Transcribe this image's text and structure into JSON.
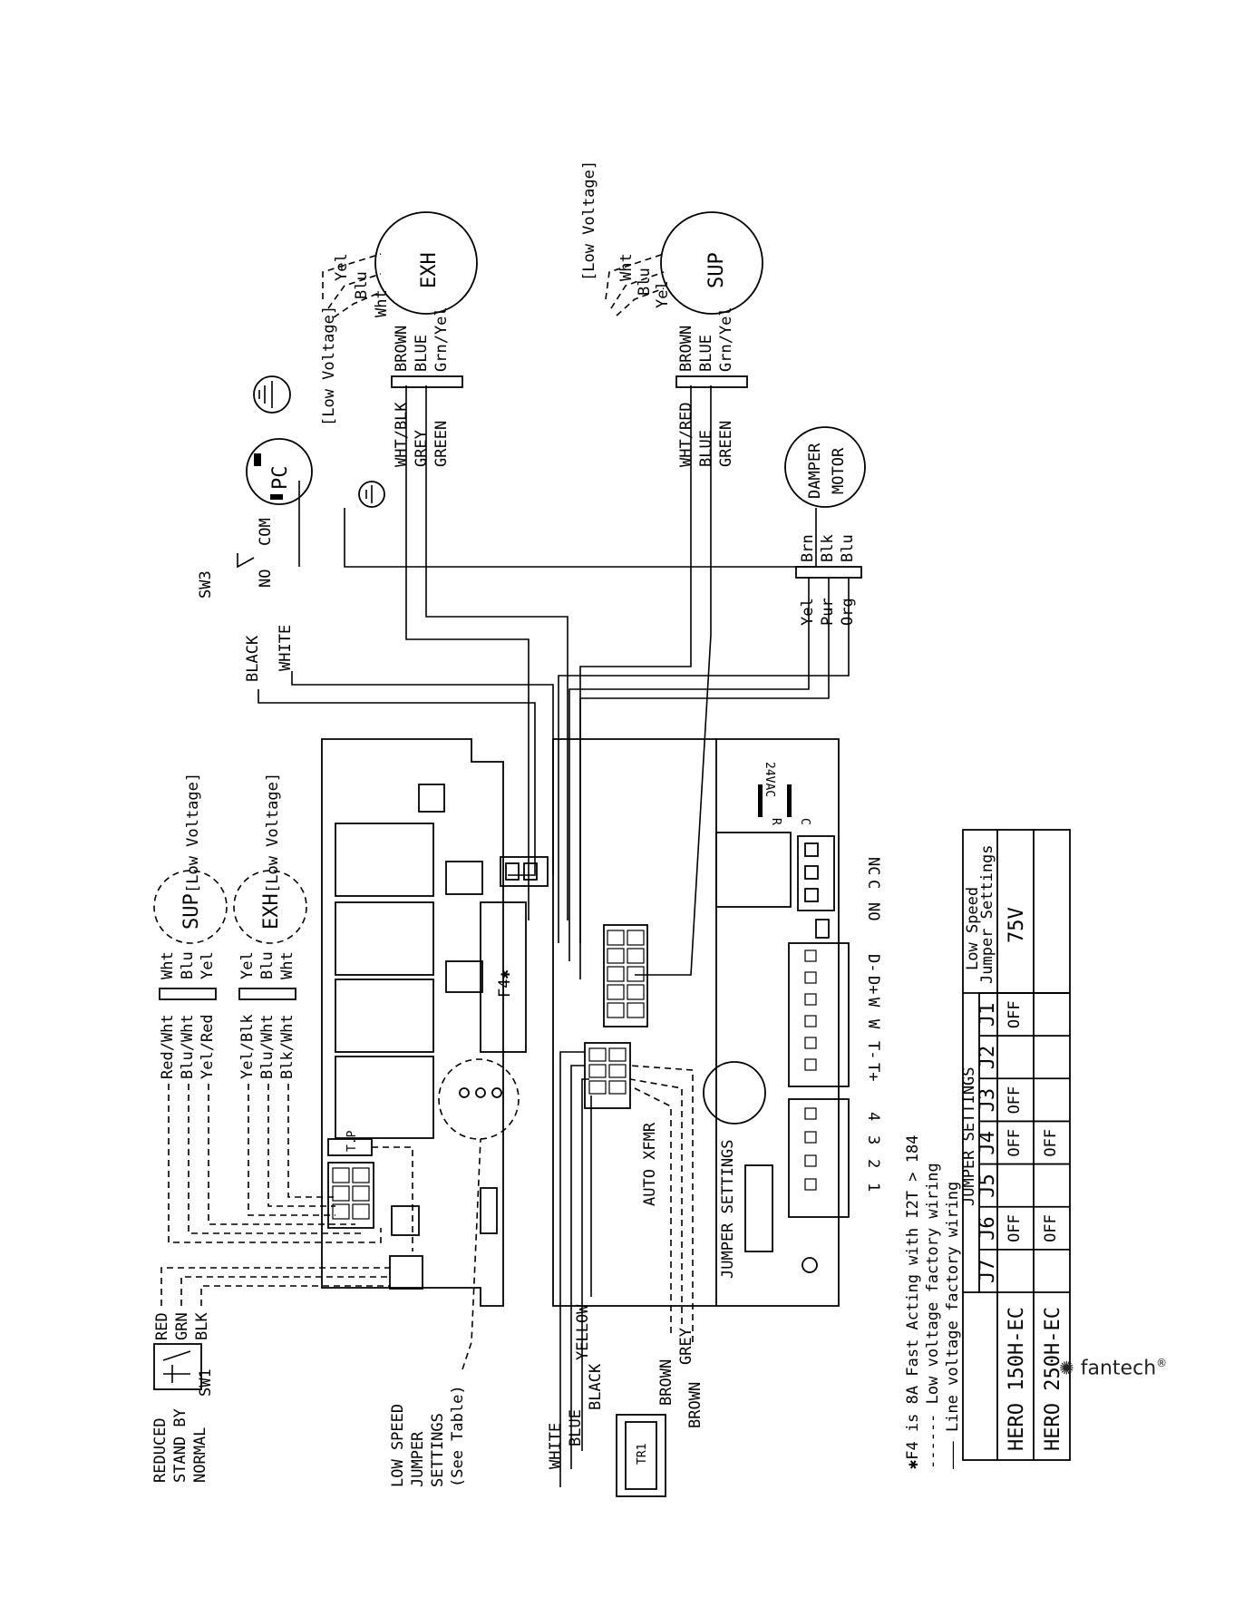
{
  "brand": {
    "name": "fantech",
    "mark": "®"
  },
  "motors": {
    "exh_main": {
      "label": "EXH",
      "taps": [
        "Yel",
        "Blu",
        "Wht"
      ],
      "leads": [
        "BROWN",
        "BLUE",
        "Grn/Yel"
      ],
      "field": [
        "WHT/BLK",
        "GREY",
        "GREEN"
      ],
      "note": "[Low Voltage]"
    },
    "sup_main": {
      "label": "SUP",
      "taps": [
        "Wht",
        "Blu",
        "Yel"
      ],
      "leads": [
        "BROWN",
        "BLUE",
        "Grn/Yel"
      ],
      "field": [
        "WHT/RED",
        "BLUE",
        "GREEN"
      ],
      "note": "[Low Voltage]"
    },
    "sup_ctrl": {
      "label": "SUP",
      "note": "[Low Voltage]",
      "wires": [
        "Red/Wht",
        "Blu/Wht",
        "Yel/Red"
      ],
      "taps": [
        "Wht",
        "Blu",
        "Yel"
      ]
    },
    "exh_ctrl": {
      "label": "EXH",
      "note": "[Low Voltage]",
      "wires": [
        "Yel/Blk",
        "Blu/Wht",
        "Blk/Wht"
      ],
      "taps": [
        "Yel",
        "Blu",
        "Wht"
      ]
    }
  },
  "damper": {
    "label_1": "DAMPER",
    "label_2": "MOTOR",
    "leads": [
      "Brn",
      "Blk",
      "Blu"
    ],
    "wires": [
      "Yel",
      "Pur",
      "Org"
    ]
  },
  "power": {
    "plug": "PC",
    "switch": "SW3",
    "no": "NO",
    "com": "COM",
    "black": "BLACK",
    "white": "WHITE"
  },
  "sw1": {
    "label": "SW1",
    "positions": [
      "REDUCED",
      "STAND BY",
      "NORMAL"
    ],
    "wires": [
      "RED",
      "GRN",
      "BLK"
    ]
  },
  "board": {
    "fuse": "F4✱",
    "tp": "T.P",
    "vac": "24VAC",
    "r": "R",
    "c": "C",
    "jumper_label": "JUMPER SETTINGS",
    "jumper_ids": [
      "J7",
      "J6",
      "J5",
      "J4",
      "J3",
      "J2",
      "J1"
    ],
    "auto_xfmr": "AUTO XFMR",
    "terminals_left": [
      "NC",
      "C",
      "NO"
    ],
    "terminals_mid": [
      "D-",
      "D+",
      "W",
      "W",
      "T-",
      "T+"
    ],
    "terminals_right": [
      "4",
      "3",
      "2",
      "1"
    ]
  },
  "transformer": {
    "label": "TR1",
    "wires": [
      "WHITE",
      "BLUE",
      "BLACK",
      "YELLOW",
      "BROWN",
      "GREY",
      "BROWN"
    ]
  },
  "low_speed": {
    "lines": [
      "LOW SPEED",
      "JUMPER",
      "SETTINGS",
      "(See Table)"
    ]
  },
  "notes": {
    "fuse_note": "✱F4 is 8A Fast Acting with I2T > 184",
    "low_voltage": "------ Low voltage factory wiring",
    "line_voltage": "——— Line voltage factory wiring"
  },
  "table": {
    "header_jumper": "JUMPER SETTINGS",
    "header_speed_1": "Low Speed",
    "header_speed_2": "Jumper Settings",
    "columns": [
      "J7",
      "J6",
      "J5",
      "J4",
      "J3",
      "J2",
      "J1"
    ],
    "rows": [
      {
        "model": "HERO 150H-EC",
        "cells": [
          "",
          "OFF",
          "",
          "OFF",
          "OFF",
          "",
          "OFF"
        ],
        "speed": "75V"
      },
      {
        "model": "HERO 250H-EC",
        "cells": [
          "",
          "OFF",
          "",
          "OFF",
          "",
          "",
          ""
        ],
        "speed": ""
      }
    ]
  }
}
